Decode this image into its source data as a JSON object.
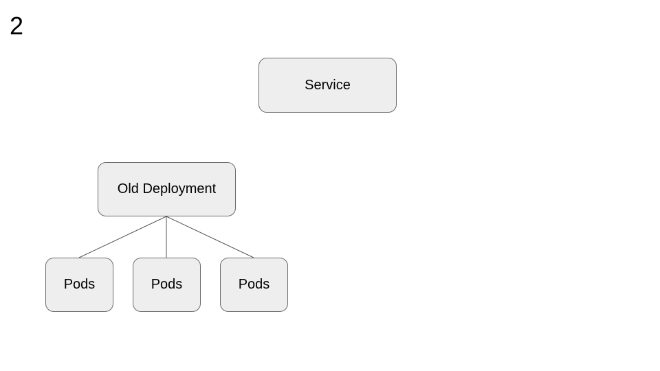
{
  "slide": {
    "number": "2"
  },
  "diagram": {
    "service": {
      "label": "Service"
    },
    "deployment": {
      "label": "Old Deployment"
    },
    "pods": [
      {
        "label": "Pods"
      },
      {
        "label": "Pods"
      },
      {
        "label": "Pods"
      }
    ],
    "colors": {
      "box_fill": "#eeeeee",
      "box_border": "#6b6b6b",
      "connector": "#555555"
    }
  }
}
